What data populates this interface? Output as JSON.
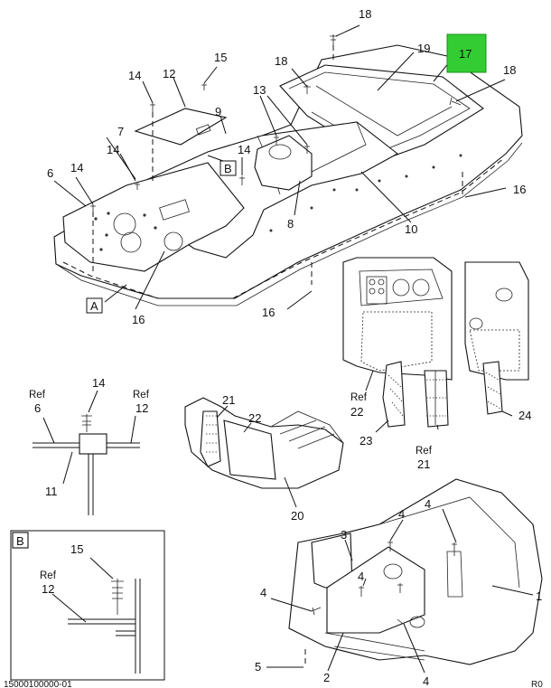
{
  "callouts": {
    "c1": "1",
    "c2": "2",
    "c3": "3",
    "c4a": "4",
    "c4b": "4",
    "c4c": "4",
    "c4d": "4",
    "c4e": "4",
    "c5": "5",
    "c6": "6",
    "c7": "7",
    "c8": "8",
    "c9": "9",
    "c10": "10",
    "c11": "11",
    "c12": "12",
    "c13": "13",
    "c14a": "14",
    "c14b": "14",
    "c14c": "14",
    "c14d": "14",
    "c14e": "14",
    "c15a": "15",
    "c15b": "15",
    "c16a": "16",
    "c16b": "16",
    "c16c": "16",
    "c17": "17",
    "c18a": "18",
    "c18b": "18",
    "c18c": "18",
    "c19": "19",
    "c20": "20",
    "c21a": "21",
    "c21b": "21",
    "c22a": "22",
    "c22b": "22",
    "c23": "23",
    "c24": "24"
  },
  "refs": {
    "ref": "Ref",
    "r6": "6",
    "r12a": "12",
    "r12b": "12",
    "r22": "22",
    "r21": "21"
  },
  "views": {
    "view_a": "A",
    "view_b": "B",
    "view_b_marker": "B"
  },
  "highlight": {
    "color": "#33cc33",
    "part": "17"
  },
  "footer": {
    "doc_number_left": "15000100000-01",
    "doc_number_right": "R0"
  }
}
